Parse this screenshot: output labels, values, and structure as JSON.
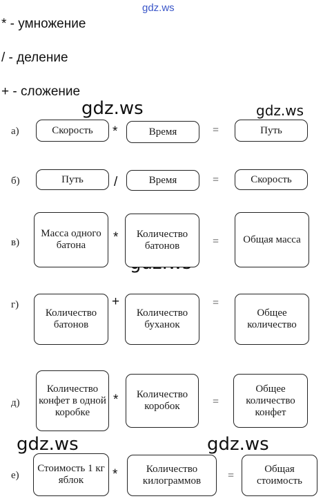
{
  "legend": [
    {
      "text": "* - умножение"
    },
    {
      "text": "/ - деление"
    },
    {
      "text": "+ - сложение"
    }
  ],
  "watermark": "gdz.ws",
  "equals": "=",
  "rows": [
    {
      "label": "а)",
      "left": "Скорость",
      "op": "*",
      "middle": "Время",
      "right": "Путь"
    },
    {
      "label": "б)",
      "left": "Путь",
      "op": "/",
      "middle": "Время",
      "right": "Скорость"
    },
    {
      "label": "в)",
      "left": "Масса одного батона",
      "op": "*",
      "middle": "Количество батонов",
      "right": "Общая масса"
    },
    {
      "label": "г)",
      "left": "Количество батонов",
      "op": "+",
      "middle": "Количество буханок",
      "right": "Общее количество"
    },
    {
      "label": "д)",
      "left": "Количество конфет в одной коробке",
      "op": "*",
      "middle": "Количество коробок",
      "right": "Общее количество конфет"
    },
    {
      "label": "е)",
      "left": "Стоимость 1 кг яблок",
      "op": "*",
      "middle": "Количество килограммов",
      "right": "Общая стоимость"
    }
  ]
}
